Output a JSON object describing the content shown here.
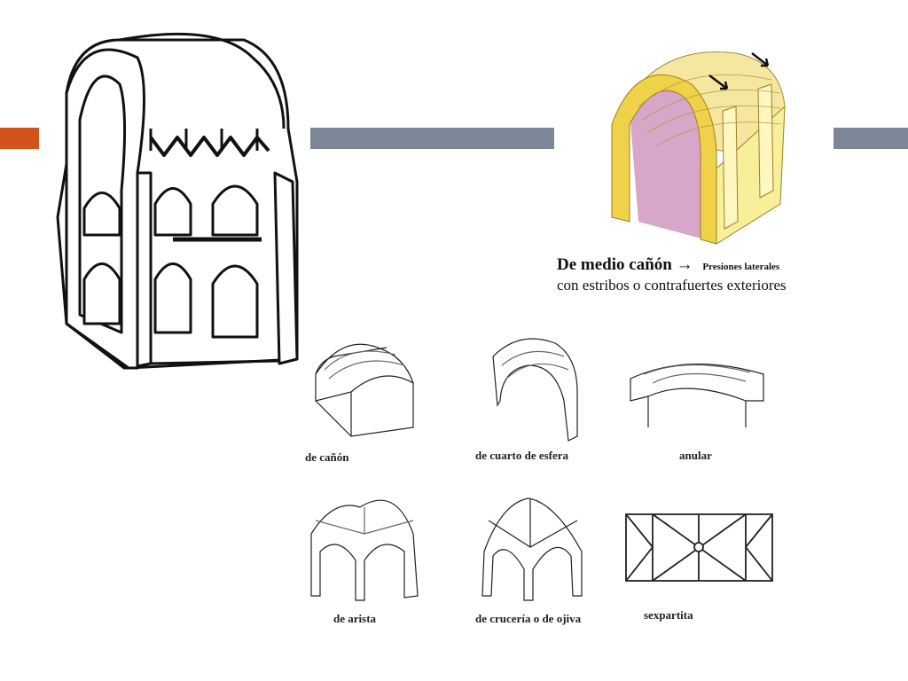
{
  "colors": {
    "accent_orange": "#d2541c",
    "bar_gray": "#7d8697",
    "barrel_yellow": "#f0d24a",
    "barrel_pink": "#d7a2c6"
  },
  "barrel": {
    "title": "De medio cañón",
    "arrow": "→",
    "note": "Presiones laterales",
    "subtitle": "con estribos o contrafuertes exteriores"
  },
  "vaults": [
    {
      "label": "de cañón"
    },
    {
      "label": "de cuarto de esfera"
    },
    {
      "label": "anular"
    },
    {
      "label": "de arista"
    },
    {
      "label": "de crucería o de ojiva"
    },
    {
      "label": "sexpartita"
    }
  ]
}
